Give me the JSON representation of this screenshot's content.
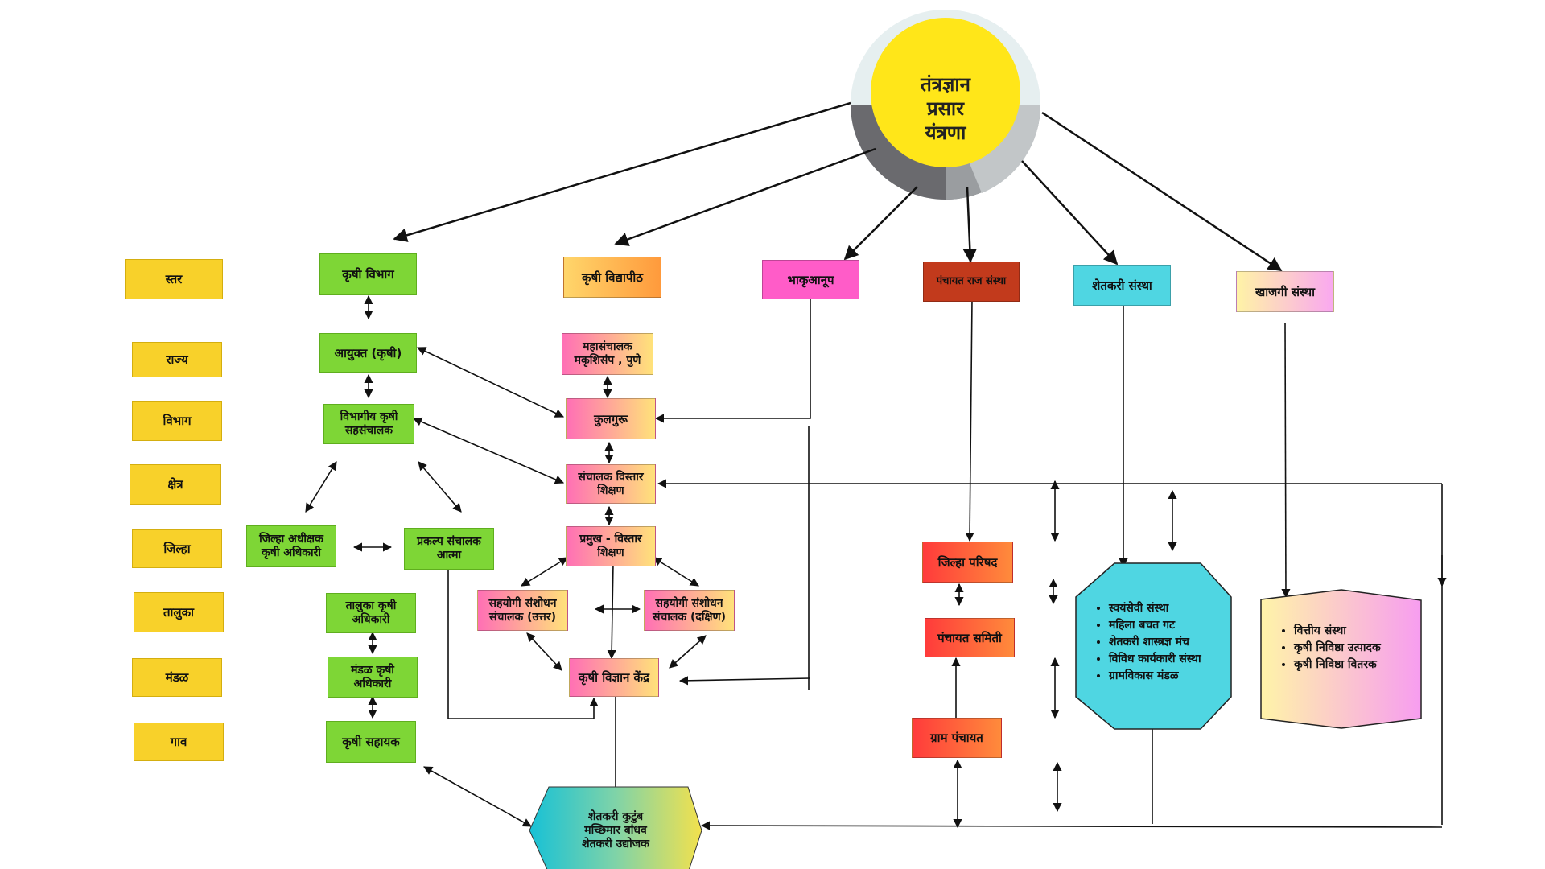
{
  "hub": {
    "title": "तंत्रज्ञान\nप्रसार\nयंत्रणा"
  },
  "levels": [
    "स्तर",
    "राज्य",
    "विभाग",
    "क्षेत्र",
    "जिल्हा",
    "तालुका",
    "मंडळ",
    "गाव"
  ],
  "orgs": {
    "krushi_vibhag": "कृषी विभाग",
    "krushi_vidyapeeth": "कृषी विद्यापीठ",
    "bhakuanup": "भाकृआनूप",
    "panchayat_raj": "पंचायत राज संस्था",
    "shetkari_sanstha": "शेतकरी संस्था",
    "khajagi_sanstha": "खाजगी संस्था"
  },
  "agri_dept": {
    "ayukt": "आयुक्त (कृषी)",
    "vibhagiya": "विभागीय कृषी\nसहसंचालक",
    "jilha_adhikshak": "जिल्हा अधीक्षक\nकृषी अधिकारी",
    "prakalp": "प्रकल्प संचालक\nआत्मा",
    "taluka": "तालुका कृषी\nअधिकारी",
    "mandal": "मंडळ कृषी\nअधिकारी",
    "sahayak": "कृषी सहायक"
  },
  "university": {
    "mahasanchalak": "महासंचालक\nमकृशिसंप , पुणे",
    "kulguru": "कुलगुरू",
    "sanchalak": "संचालक विस्तार\nशिक्षण",
    "pramukh": "प्रमुख - विस्तार\nशिक्षण",
    "sahayogi_uttar": "सहयोगी संशोधन\nसंचालक (उत्तर)",
    "sahayogi_dakshin": "सहयोगी संशोधन\nसंचालक (दक्षिण)",
    "kvk": "कृषी विज्ञान केंद्र"
  },
  "panchayat": {
    "zp": "जिल्हा परिषद",
    "samiti": "पंचायत समिती",
    "gram": "ग्राम पंचायत"
  },
  "farmer_orgs": [
    "स्वयंसेवी संस्था",
    "महिला बचत गट",
    "शेतकरी शास्त्रज्ञ मंच",
    "विविध कार्यकारी संस्था",
    "ग्रामविकास मंडळ"
  ],
  "private_orgs": [
    "वित्तीय संस्था",
    "कृषी निविष्ठा उत्पादक",
    "कृषी निविष्ठा वितरक"
  ],
  "farmer": "शेतकरी कुटुंब\nमच्छिमार बांधव\nशेतकरी उद्योजक",
  "colors": {
    "hub": "#ffe619",
    "level": "#f8d12a",
    "green": "#7ed636",
    "bhakuanup": "#ff5cc8",
    "panchayat_raj": "#c23a1c",
    "cyan": "#4fd6e2"
  }
}
